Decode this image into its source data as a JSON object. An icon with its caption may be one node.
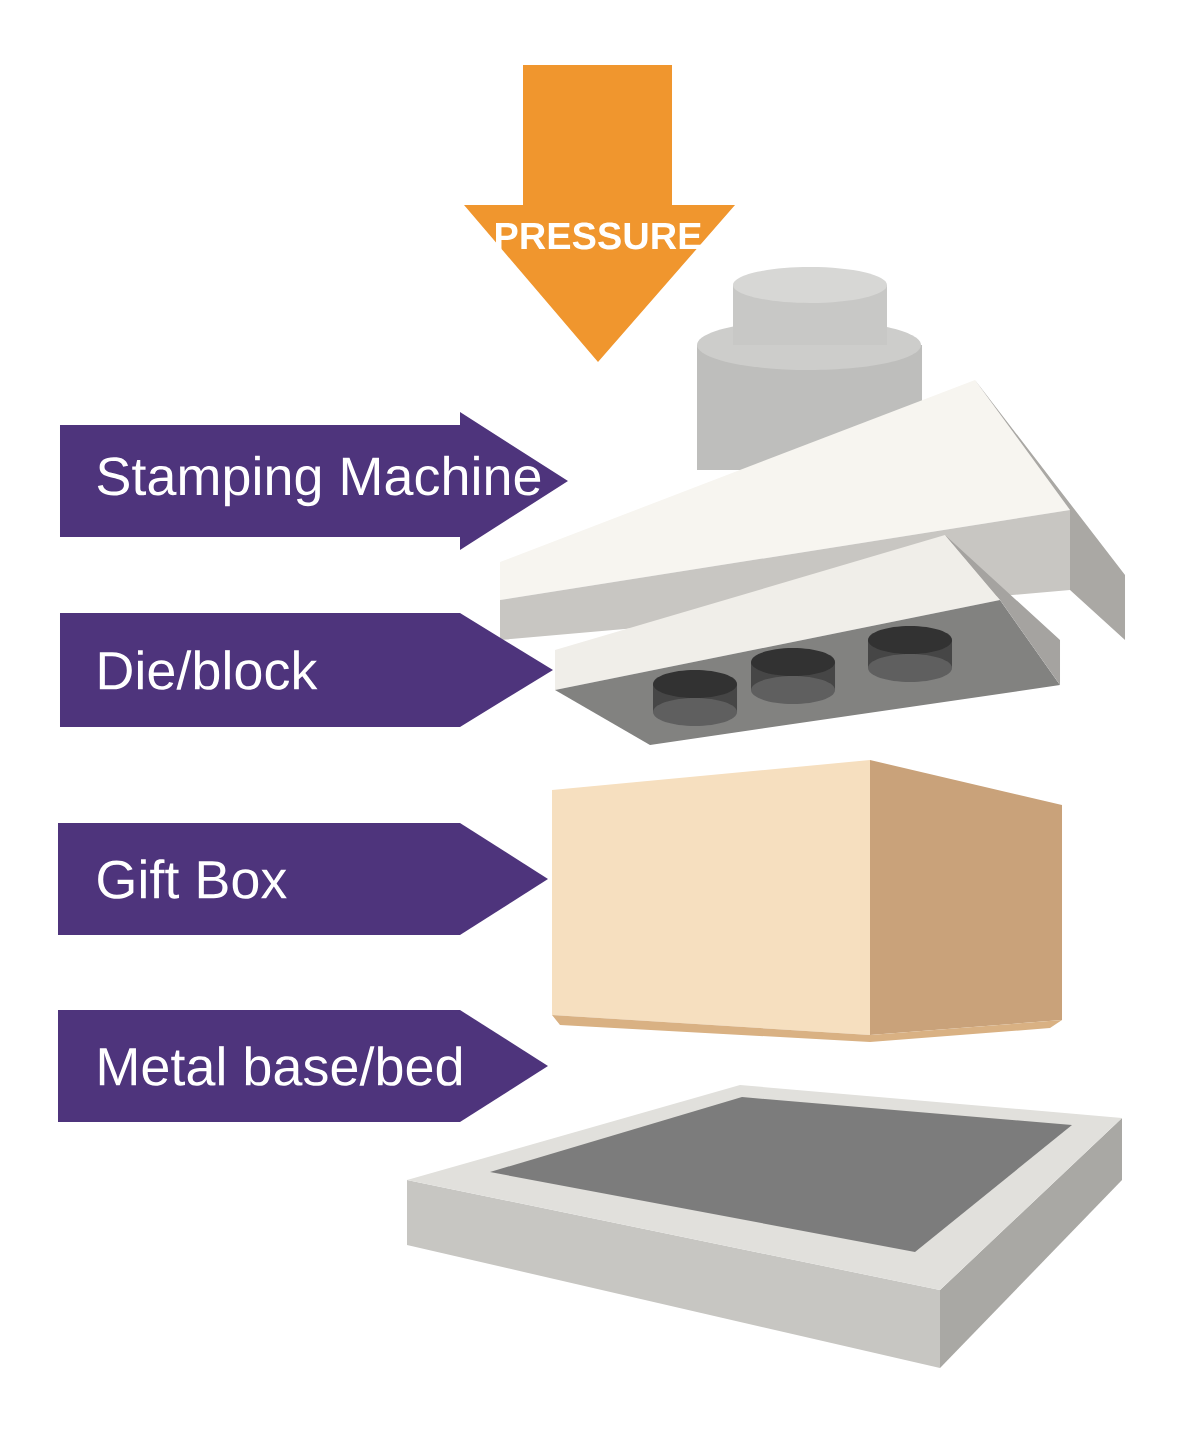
{
  "diagram": {
    "nodes": [
      {
        "text": [
          "PRESSURE"
        ]
      },
      {
        "text": [
          "Stamping Machine"
        ]
      },
      {
        "text": [
          "Die/block"
        ]
      },
      {
        "text": [
          "Gift Box"
        ]
      },
      {
        "text": [
          "Metal base/bed"
        ]
      }
    ]
  }
}
